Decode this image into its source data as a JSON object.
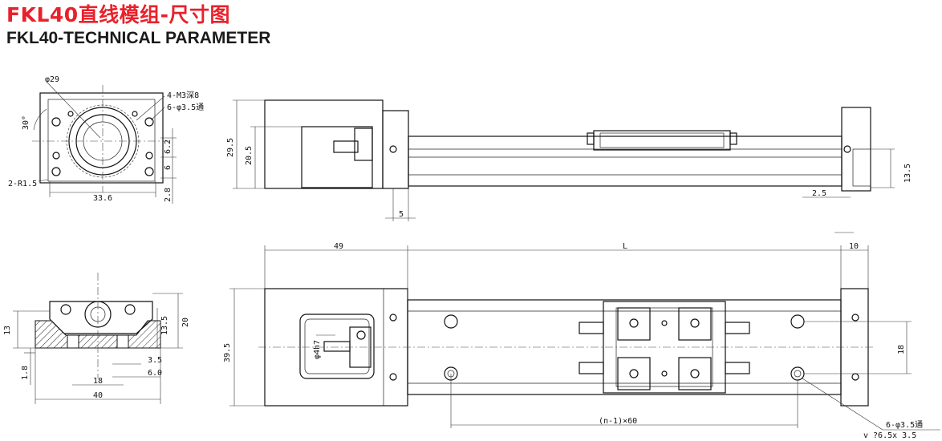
{
  "header": {
    "title_cn": "FKL40直线模组-尺寸图",
    "title_en": "FKL40-TECHNICAL PARAMETER"
  },
  "colors": {
    "title_cn": "#e8212b",
    "title_en": "#1a1a1a",
    "lines": "#111111"
  },
  "end_view": {
    "dia": "φ29",
    "angle": "30°",
    "tap": "4-M3深8",
    "hole": "6-φ3.5通",
    "radius": "2-R1.5",
    "width": "33.6",
    "h1": "6.2",
    "h2": "6",
    "h3": "2.8"
  },
  "side_view": {
    "h_total": "29.5",
    "h_rail": "20.5",
    "offset_bottom": "5",
    "end_gap": "2.5",
    "end_height": "13.5"
  },
  "section_view": {
    "h13": "13",
    "h13_5": "13.5",
    "h20": "20",
    "b1_8": "1.8",
    "w18": "18",
    "w40": "40",
    "w3_5": "3.5",
    "w6_0": "6.0"
  },
  "top_view": {
    "motor_len": "49",
    "stroke": "L",
    "end_len": "10",
    "width": "39.5",
    "shaft": "φ4h7",
    "hole_span": "18",
    "pitch": "(n-1)×60",
    "holes": "6-φ3.5通",
    "cbore": "v  ?6.5x 3.5"
  }
}
